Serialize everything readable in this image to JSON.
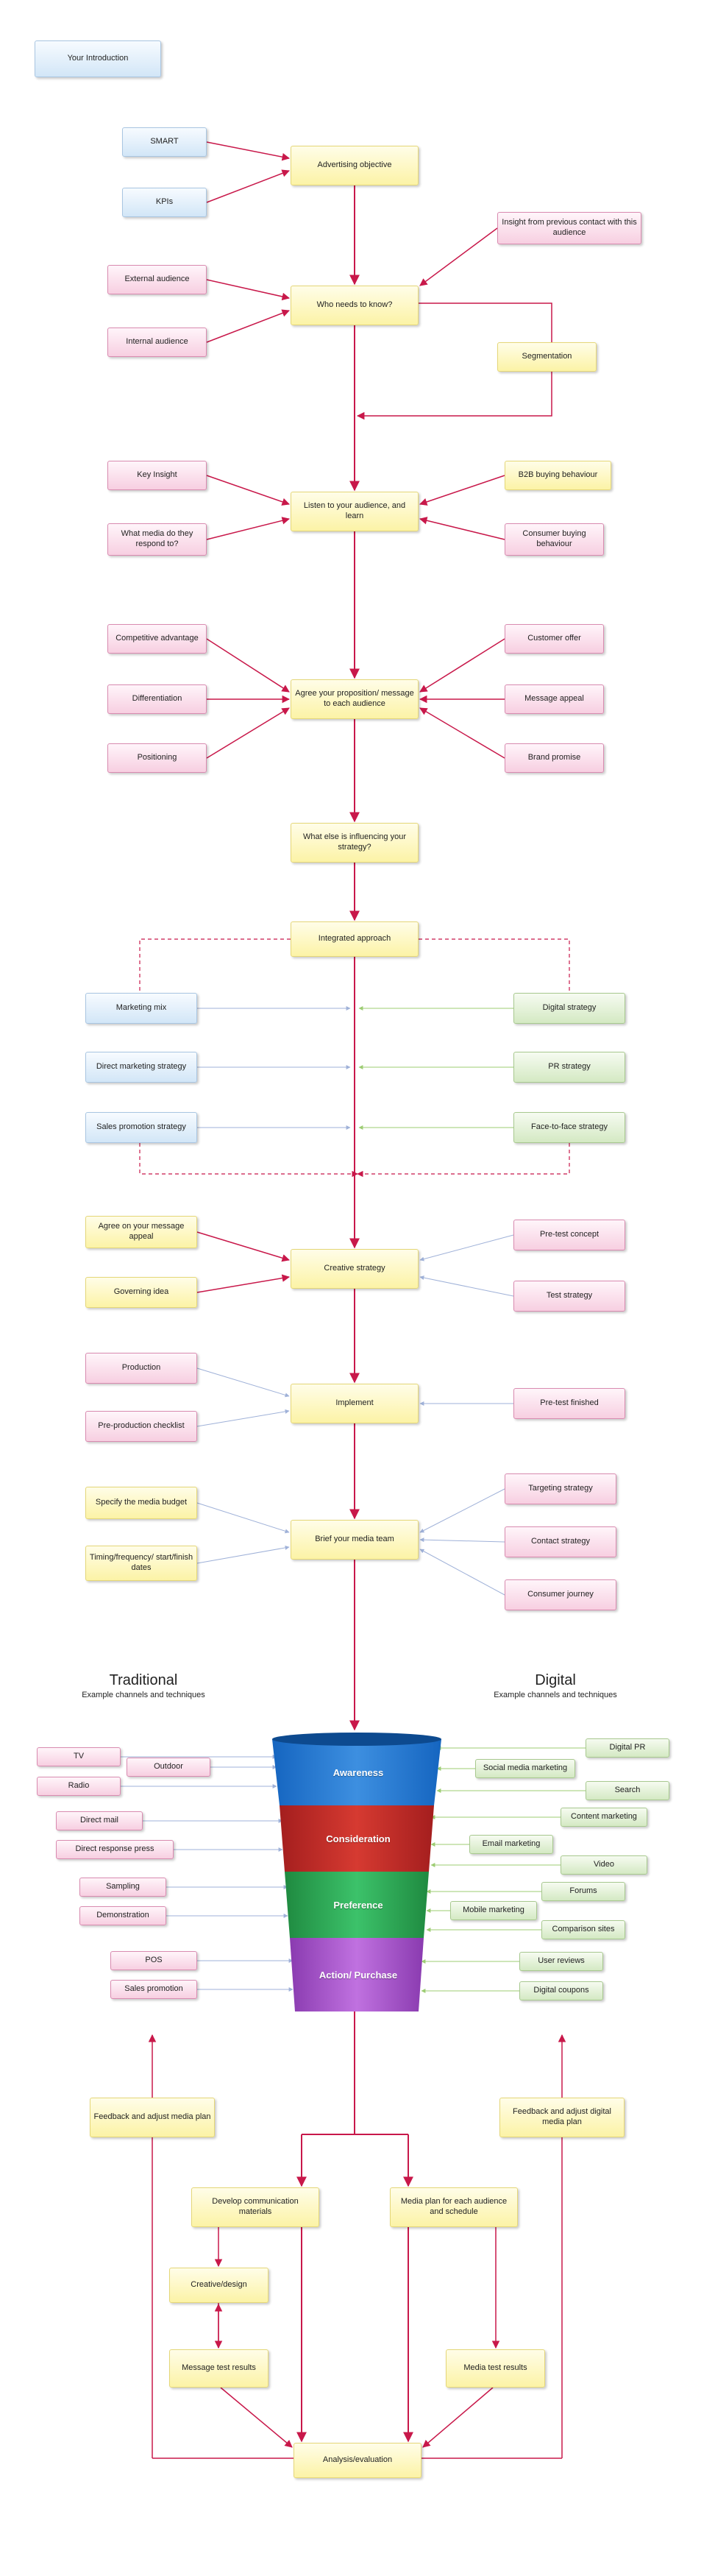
{
  "colors": {
    "link": "#c8184a",
    "link_blue": "#9fb1d8",
    "link_green": "#9ccc72"
  },
  "intro": {
    "label": "Your Introduction"
  },
  "objective": {
    "label": "Advertising objective",
    "smart": "SMART",
    "kpis": "KPIs"
  },
  "audience": {
    "label": "Who needs to know?",
    "external": "External audience",
    "internal": "Internal audience",
    "insight_previous": "Insight from previous contact with this audience",
    "segmentation": "Segmentation"
  },
  "listen": {
    "label": "Listen to your audience, and learn",
    "key_insight": "Key Insight",
    "media_respond": "What media do they respond to?",
    "b2b": "B2B buying behaviour",
    "consumer_buying": "Consumer buying behaviour"
  },
  "proposition": {
    "label": "Agree your proposition/ message  to each audience",
    "competitive": "Competitive advantage",
    "differentiation": "Differentiation",
    "positioning": "Positioning",
    "customer_offer": "Customer offer",
    "message_appeal": "Message appeal",
    "brand_promise": "Brand promise"
  },
  "influencing": {
    "label": "What else is influencing your strategy?"
  },
  "integrated": {
    "label": "Integrated approach",
    "marketing_mix": "Marketing mix",
    "direct_marketing": "Direct marketing strategy",
    "sales_promotion_strategy": "Sales promotion strategy",
    "digital_strategy": "Digital strategy",
    "pr_strategy": "PR strategy",
    "face_to_face": "Face-to-face strategy"
  },
  "creative": {
    "label": "Creative strategy",
    "agree_appeal": "Agree on your message appeal",
    "governing": "Governing idea",
    "pretest_concept": "Pre-test concept",
    "test_strategy": "Test strategy"
  },
  "implement": {
    "label": "Implement",
    "production": "Production",
    "preproduction": "Pre-production checklist",
    "pretest_finished": "Pre-test finished"
  },
  "brief": {
    "label": "Brief your media team",
    "budget": "Specify the media budget",
    "timing": "Timing/frequency/ start/finish dates",
    "targeting": "Targeting strategy",
    "contact": "Contact strategy",
    "journey": "Consumer journey"
  },
  "traditional": {
    "title": "Traditional",
    "subtitle": "Example channels and techniques",
    "tv": "TV",
    "outdoor": "Outdoor",
    "radio": "Radio",
    "direct_mail": "Direct mail",
    "direct_response": "Direct response press",
    "sampling": "Sampling",
    "demonstration": "Demonstration",
    "pos": "POS",
    "sales_promotion": "Sales promotion"
  },
  "digital": {
    "title": "Digital",
    "subtitle": "Example channels and techniques",
    "digital_pr": "Digital PR",
    "social_media": "Social media marketing",
    "search": "Search",
    "content_marketing": "Content marketing",
    "email": "Email marketing",
    "video": "Video",
    "forums": "Forums",
    "mobile": "Mobile marketing",
    "comparison": "Comparison sites",
    "reviews": "User reviews",
    "coupons": "Digital coupons"
  },
  "funnel": {
    "awareness": "Awareness",
    "consideration": "Consideration",
    "preference": "Preference",
    "action": "Action/ Purchase"
  },
  "feedback": {
    "media_plan": "Feedback and adjust media plan",
    "digital_plan": "Feedback and adjust digital media plan"
  },
  "plans": {
    "develop": "Develop communication materials",
    "media_plan": "Media plan for each audience and schedule",
    "creative_design": "Creative/design",
    "message_test": "Message test results",
    "media_test": "Media test results",
    "analysis": "Analysis/evaluation"
  }
}
